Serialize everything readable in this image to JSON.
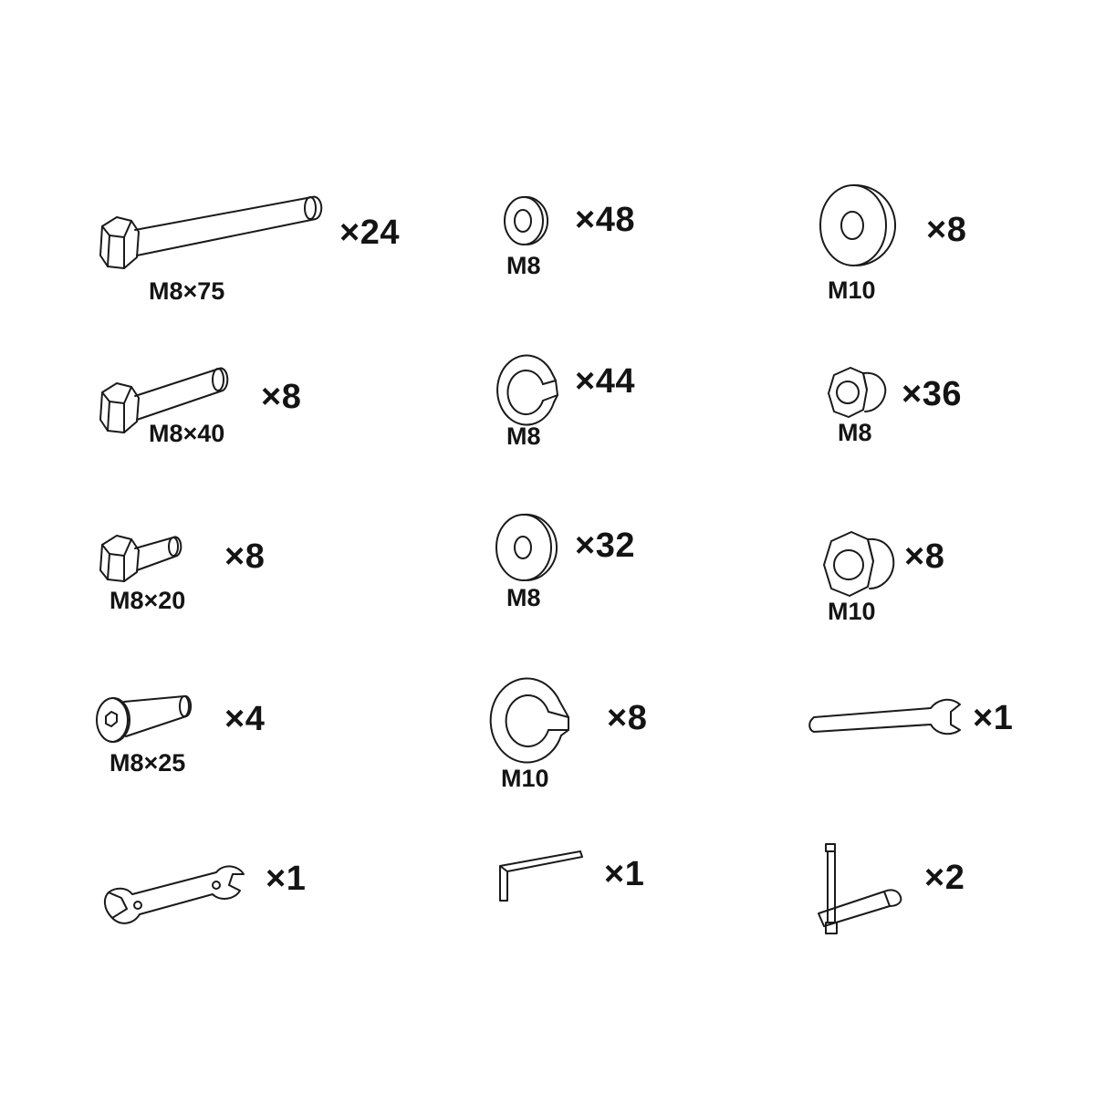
{
  "parts": [
    {
      "id": "hex-bolt-long",
      "icon": "hex-bolt-icon",
      "size": "M8×75",
      "qty": "×24"
    },
    {
      "id": "flat-washer-m8-a",
      "icon": "flat-washer-icon",
      "size": "M8",
      "qty": "×48"
    },
    {
      "id": "flat-washer-m10",
      "icon": "large-washer-icon",
      "size": "M10",
      "qty": "×8"
    },
    {
      "id": "hex-bolt-medium",
      "icon": "hex-bolt-icon",
      "size": "M8×40",
      "qty": "×8"
    },
    {
      "id": "spring-washer-m8",
      "icon": "spring-washer-icon",
      "size": "M8",
      "qty": "×44"
    },
    {
      "id": "cap-nut-m8",
      "icon": "cap-nut-icon",
      "size": "M8",
      "qty": "×36"
    },
    {
      "id": "hex-bolt-short",
      "icon": "hex-bolt-icon",
      "size": "M8×20",
      "qty": "×8"
    },
    {
      "id": "flat-washer-m8-b",
      "icon": "flat-washer-icon",
      "size": "M8",
      "qty": "×32"
    },
    {
      "id": "cap-nut-m10",
      "icon": "cap-nut-icon",
      "size": "M10",
      "qty": "×8"
    },
    {
      "id": "socket-bolt",
      "icon": "socket-bolt-icon",
      "size": "M8×25",
      "qty": "×4"
    },
    {
      "id": "spring-washer-m10",
      "icon": "spring-washer-icon",
      "size": "M10",
      "qty": "×8"
    },
    {
      "id": "single-wrench",
      "icon": "open-wrench-icon",
      "size": "",
      "qty": "×1"
    },
    {
      "id": "double-wrench",
      "icon": "double-wrench-icon",
      "size": "",
      "qty": "×1"
    },
    {
      "id": "allen-key",
      "icon": "allen-key-icon",
      "size": "",
      "qty": "×1"
    },
    {
      "id": "socket-t-wrench",
      "icon": "t-wrench-icon",
      "size": "",
      "qty": "×2"
    }
  ]
}
